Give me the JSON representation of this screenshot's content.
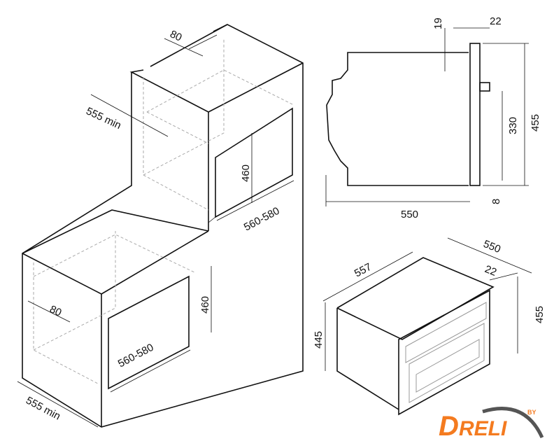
{
  "dimensions": {
    "upper_depth_gap": "80",
    "upper_cabinet_depth": "555 min",
    "upper_niche_height": "460",
    "upper_niche_width": "560-580",
    "lower_depth_gap": "80",
    "lower_niche_height": "460",
    "lower_niche_width": "560-580",
    "lower_cabinet_depth": "555 min",
    "side_panel_offset": "19",
    "side_front_thickness": "22",
    "side_inner_height": "330",
    "side_total_height": "455",
    "side_bottom_offset": "8",
    "side_depth": "550",
    "iso_depth": "550",
    "iso_width": "557",
    "iso_front_thickness": "22",
    "iso_total_height": "455",
    "iso_body_height": "445"
  },
  "logo": {
    "brand": "DRELI",
    "prefix": "BY",
    "color": "#f47b20",
    "swoosh_color": "#555555"
  }
}
